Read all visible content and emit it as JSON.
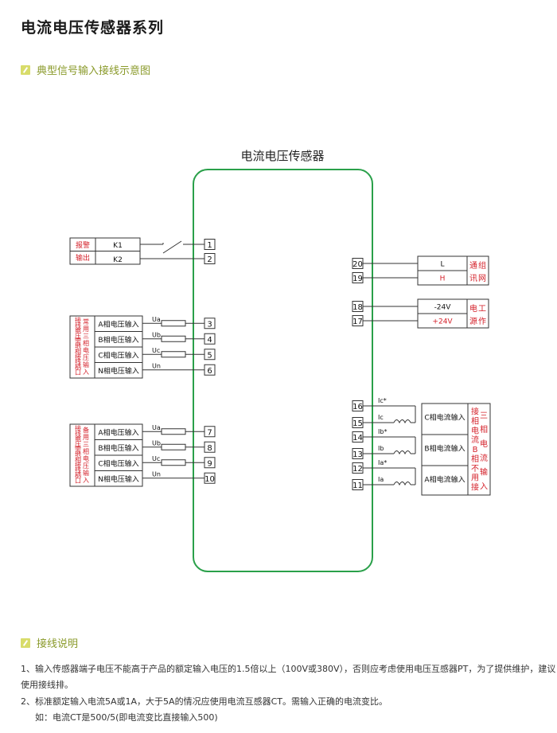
{
  "page_title": "电流电压传感器系列",
  "section1": {
    "heading": "典型信号输入接线示意图"
  },
  "diagram": {
    "device_title": "电流电压传感器",
    "colors": {
      "device_border": "#2aa04a",
      "label_red": "#d4212a",
      "line": "#333333"
    },
    "alarm": {
      "side_label_top": "报警",
      "side_label_bottom": "输出",
      "rows": [
        {
          "text": "K1",
          "terminal": "1"
        },
        {
          "text": "K2",
          "terminal": "2"
        }
      ]
    },
    "voltage_group_1": {
      "side_label": "常用三相电压输入 接线电压需地相接线柄口",
      "rows": [
        {
          "text": "A相电压输入",
          "signal": "Ua",
          "terminal": "3",
          "fuse": true
        },
        {
          "text": "B相电压输入",
          "signal": "Ub",
          "terminal": "4",
          "fuse": true
        },
        {
          "text": "C相电压输入",
          "signal": "Uc",
          "terminal": "5",
          "fuse": true
        },
        {
          "text": "N相电压输入",
          "signal": "Un",
          "terminal": "6",
          "fuse": false
        }
      ]
    },
    "voltage_group_2": {
      "side_label": "备用三相电压输入 接线电压需地相接线柄口",
      "rows": [
        {
          "text": "A相电压输入",
          "signal": "Ua",
          "terminal": "7",
          "fuse": true
        },
        {
          "text": "B相电压输入",
          "signal": "Ub",
          "terminal": "8",
          "fuse": true
        },
        {
          "text": "C相电压输入",
          "signal": "Uc",
          "terminal": "9",
          "fuse": true
        },
        {
          "text": "N相电压输入",
          "signal": "Un",
          "terminal": "10",
          "fuse": false
        }
      ]
    },
    "comm": {
      "side_label": "组网通讯",
      "rows": [
        {
          "terminal": "20",
          "text": "L"
        },
        {
          "terminal": "19",
          "text": "H"
        }
      ]
    },
    "power": {
      "side_label": "工作电源",
      "rows": [
        {
          "terminal": "18",
          "text": "-24V"
        },
        {
          "terminal": "17",
          "text": "+24V"
        }
      ]
    },
    "current": {
      "side_label": "三相电流输入 接相电流B相不用接",
      "groups": [
        {
          "text": "C相电流输入",
          "terminals": [
            "16",
            "15"
          ],
          "signals": [
            "Ic*",
            "Ic"
          ]
        },
        {
          "text": "B相电流输入",
          "terminals": [
            "14",
            "13"
          ],
          "signals": [
            "Ib*",
            "Ib"
          ]
        },
        {
          "text": "A相电流输入",
          "terminals": [
            "12",
            "11"
          ],
          "signals": [
            "Ia*",
            "Ia"
          ]
        }
      ]
    }
  },
  "section2": {
    "heading": "接线说明",
    "notes": [
      "1、输入传感器端子电压不能高于产品的额定输入电压的1.5倍以上（100V或380V），否则应考虑使用电压互感器PT，为了提供维护，建议",
      "使用接线排。",
      "2、标准额定输入电流5A或1A，大于5A的情况应使用电流互感器CT。需输入正确的电流变比。",
      "如：电流CT是500/5(即电流变比直接输入500)"
    ]
  }
}
